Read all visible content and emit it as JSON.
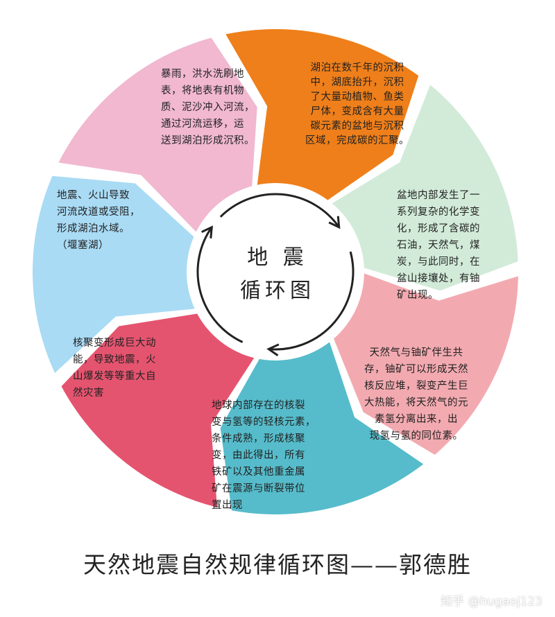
{
  "center": {
    "line1": "地  震",
    "line2": "循环图"
  },
  "segments": [
    {
      "id": "pink",
      "color": "#f1b8d0",
      "text": "暴雨，洪水洗刷地\n表，将地表有机物\n质、泥沙冲入河流，\n通过河流运移，运\n送到湖泊形成沉积。"
    },
    {
      "id": "orange",
      "color": "#ef7f1a",
      "text": "湖泊在数千年的沉积\n中，湖底抬升，沉积\n了大量动植物、鱼类\n尸体，变成含有大量\n碳元素的盆地与沉积\n区域，完成碳的汇聚。"
    },
    {
      "id": "green",
      "color": "#d2ebd9",
      "text": "盆地内部发生了一\n系列复杂的化学变\n化，形成了含碳的\n石油，天然气，煤\n炭，与此同时，在\n盆山接壤处，有铀\n矿出现。"
    },
    {
      "id": "salmon",
      "color": "#f2aab0",
      "text": "天然气与铀矿伴生共\n存，铀矿可以形成天然\n核反应堆，裂变产生巨\n大热能，将天然气的元\n素氢分离出来，出\n现氢与氢的同位素。"
    },
    {
      "id": "teal",
      "color": "#56bccb",
      "text": "地球内部存在的核裂\n变与氢等的轻核元素，\n条件成熟，形成核聚\n变，由此得出，所有\n铁矿以及其他重金属\n矿在震源与断裂带位\n置出现"
    },
    {
      "id": "red",
      "color": "#e5546f",
      "text": "核聚变形成巨大动\n能，导致地震，火\n山爆发等等重大自\n然灾害"
    },
    {
      "id": "blue",
      "color": "#a9dbf5",
      "text": "地震、火山导致\n河流改道或受阻，\n形成湖泊水域。\n（堰塞湖）"
    }
  ],
  "caption": "天然地震自然规律循环图——郭德胜",
  "watermark": "知乎 @hugaoj123"
}
